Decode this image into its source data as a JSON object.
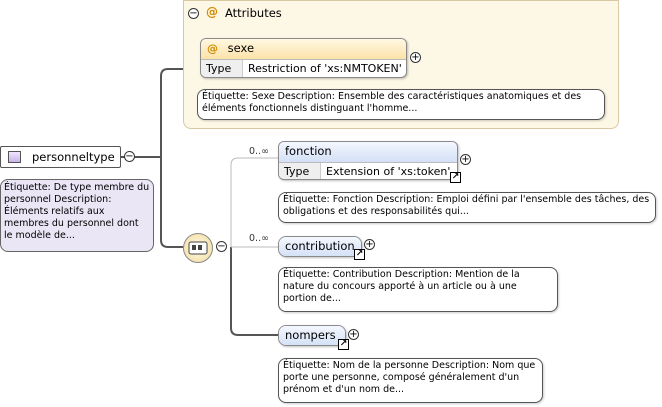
{
  "root": {
    "name": "personneltype",
    "description": "Étiquette: De type membre du personnel Description: Éléments relatifs aux membres du personnel dont le modèle de..."
  },
  "attributes_group": {
    "title": "Attributes",
    "attribute": {
      "name": "sexe",
      "type_label": "Type",
      "type_value": "Restriction of 'xs:NMTOKEN'",
      "description": "Étiquette: Sexe Description: Ensemble des caractéristiques anatomiques et des éléments fonctionnels distinguant l'homme..."
    }
  },
  "elements": [
    {
      "name": "fonction",
      "cardinality": "0..∞",
      "type_label": "Type",
      "type_value": "Extension of 'xs:token'",
      "description": "Étiquette: Fonction Description: Emploi défini par l'ensemble des tâches, des obligations et des responsabilités qui..."
    },
    {
      "name": "contribution",
      "cardinality": "0..∞",
      "description": "Étiquette: Contribution Description: Mention de la nature du concours apporté à un article ou à une portion de..."
    },
    {
      "name": "nompers",
      "cardinality": "",
      "description": "Étiquette: Nom de la personne Description: Nom que porte une personne, composé généralement d'un prénom et d'un nom de..."
    }
  ],
  "symbols": {
    "collapse": "−",
    "expand": "+",
    "attr_marker": "@",
    "link_arrow": "↗"
  },
  "colors": {
    "attr_group_bg": "#fdf7e6",
    "element_header": "#d3e0f6",
    "root_desc_bg": "#ebe6f6"
  }
}
